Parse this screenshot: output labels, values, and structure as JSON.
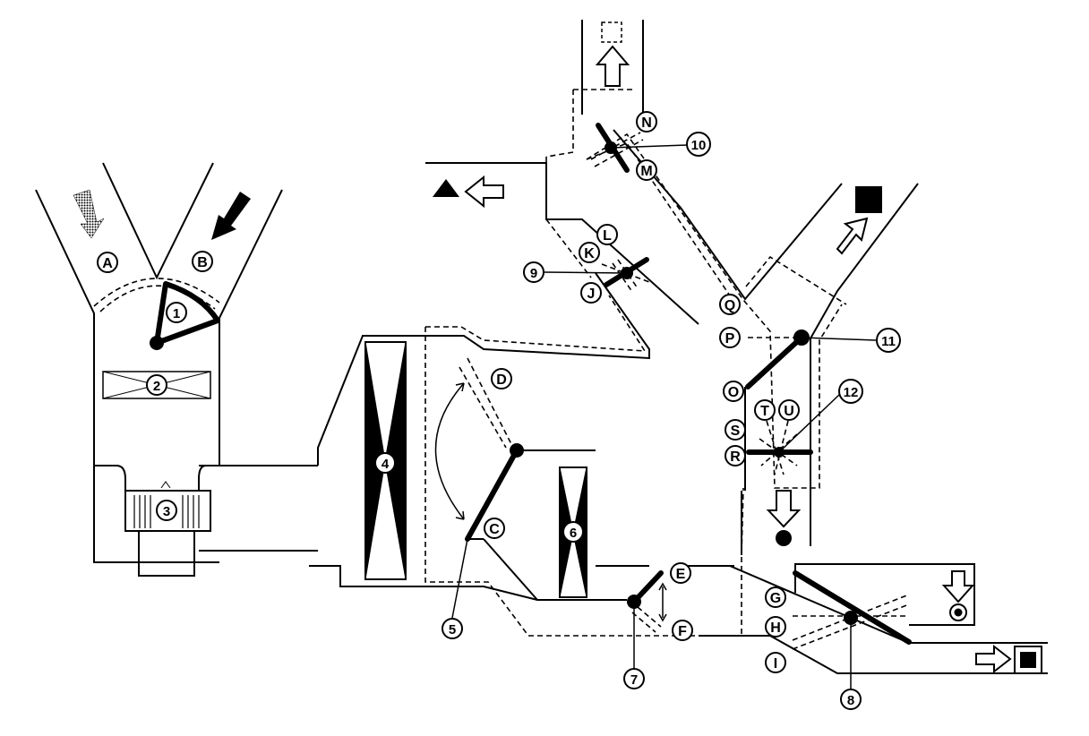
{
  "labels": {
    "A": "A",
    "B": "B",
    "C": "C",
    "D": "D",
    "E": "E",
    "F": "F",
    "G": "G",
    "H": "H",
    "I": "I",
    "J": "J",
    "K": "K",
    "L": "L",
    "M": "M",
    "N": "N",
    "O": "O",
    "P": "P",
    "Q": "Q",
    "R": "R",
    "S": "S",
    "T": "T",
    "U": "U"
  },
  "numbers": {
    "n1": "1",
    "n2": "2",
    "n3": "3",
    "n4": "4",
    "n5": "5",
    "n6": "6",
    "n7": "7",
    "n8": "8",
    "n9": "9",
    "n10": "10",
    "n11": "11",
    "n12": "12"
  },
  "colors": {
    "ink": "#000000",
    "paper": "#ffffff"
  }
}
